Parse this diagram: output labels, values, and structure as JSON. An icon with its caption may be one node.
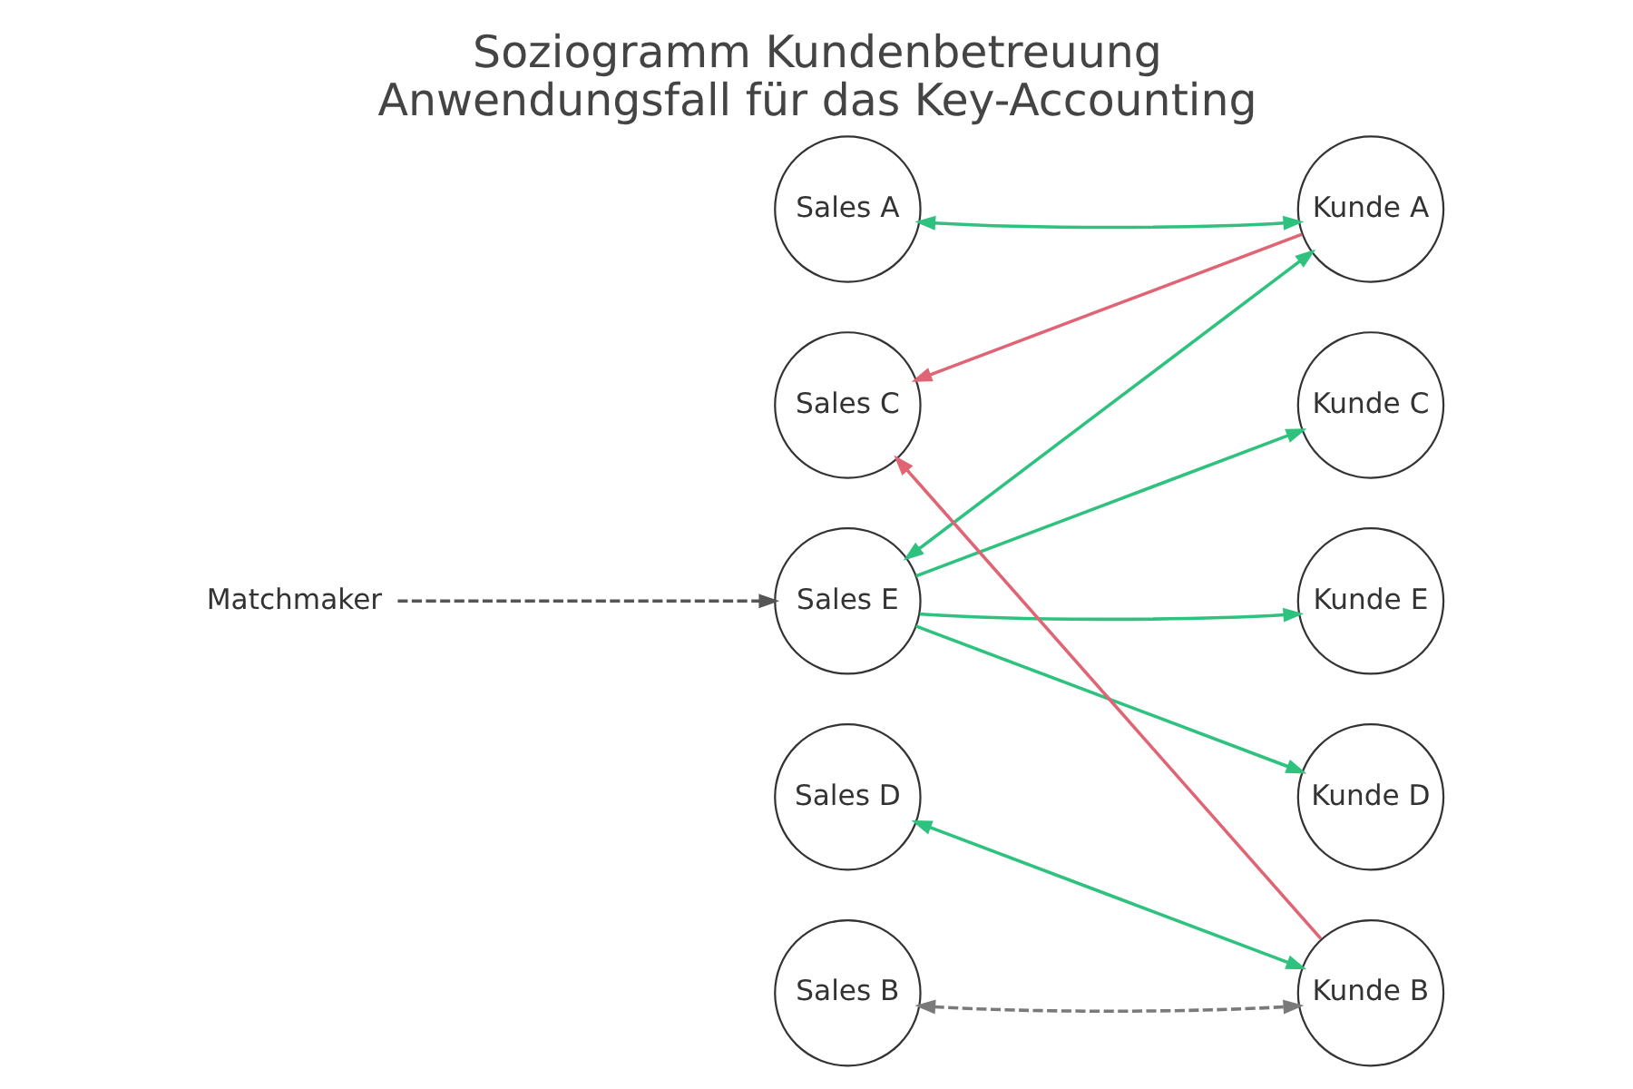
{
  "diagram": {
    "title": "Soziogramm Kundenbetreuung",
    "caption": "Anwendungsfall für das Key-Accounting",
    "nodes": [
      {
        "text": [
          "Sales A"
        ]
      },
      {
        "text": [
          "Sales B"
        ]
      },
      {
        "text": [
          "Sales C"
        ]
      },
      {
        "text": [
          "Sales D"
        ]
      },
      {
        "text": [
          "Sales E"
        ]
      },
      {
        "text": [
          "Kunde A"
        ]
      },
      {
        "text": [
          "Kunde B"
        ]
      },
      {
        "text": [
          "Kunde C"
        ]
      },
      {
        "text": [
          "Kunde D"
        ]
      },
      {
        "text": [
          "Kunde E"
        ]
      },
      {
        "text": [
          "Matchmaker"
        ]
      }
    ],
    "edges": [
      {
        "from": 0,
        "to": 5,
        "arrow": "both"
      },
      {
        "from": 1,
        "to": 6,
        "arrow": "both",
        "style": "dashed",
        "color": "#7a7a7a"
      },
      {
        "from": 5,
        "to": 2,
        "arrow": "to",
        "color": "#e06474"
      },
      {
        "from": 6,
        "to": 2,
        "arrow": "to",
        "color": "#e06474"
      },
      {
        "from": 3,
        "to": 6,
        "arrow": "both"
      },
      {
        "from": 4,
        "to": 5,
        "arrow": "both"
      },
      {
        "from": 4,
        "to": 7,
        "arrow": "to"
      },
      {
        "from": 4,
        "to": 8,
        "arrow": "to"
      },
      {
        "from": 4,
        "to": 9,
        "arrow": "to"
      },
      {
        "from": 10,
        "to": 4,
        "arrow": "to",
        "style": "dashed",
        "color": "#555555"
      }
    ]
  }
}
